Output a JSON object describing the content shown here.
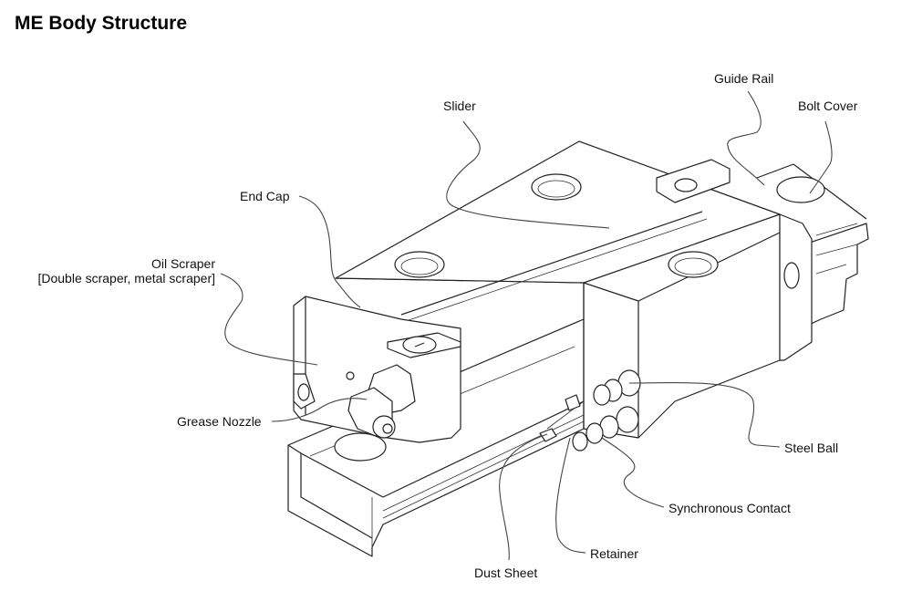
{
  "title": "ME Body Structure",
  "labels": {
    "slider": "Slider",
    "guide_rail": "Guide Rail",
    "bolt_cover": "Bolt Cover",
    "end_cap": "End Cap",
    "oil_scraper_line1": "Oil Scraper",
    "oil_scraper_line2": "[Double scraper, metal scraper]",
    "grease_nozzle": "Grease Nozzle",
    "steel_ball": "Steel Ball",
    "synchronous_contact": "Synchronous Contact",
    "retainer": "Retainer",
    "dust_sheet": "Dust Sheet"
  }
}
